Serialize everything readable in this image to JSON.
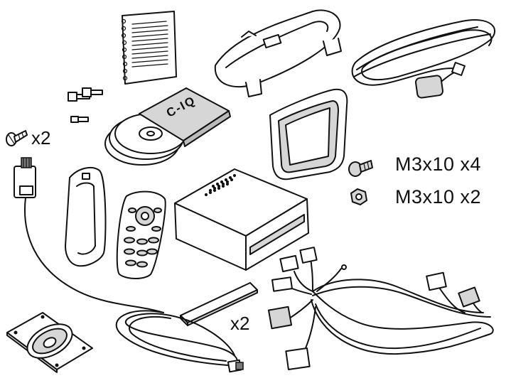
{
  "labels": {
    "screw_left_qty": "x2",
    "screw_m3x10": "M3x10  x4",
    "nut_m3x10": "M3x10  x2",
    "pad_qty": "x2",
    "disc_sleeve_text": "C-IQ"
  },
  "colors": {
    "outline": "#111111",
    "shade": "#d6d6d6",
    "background": "#ffffff"
  }
}
